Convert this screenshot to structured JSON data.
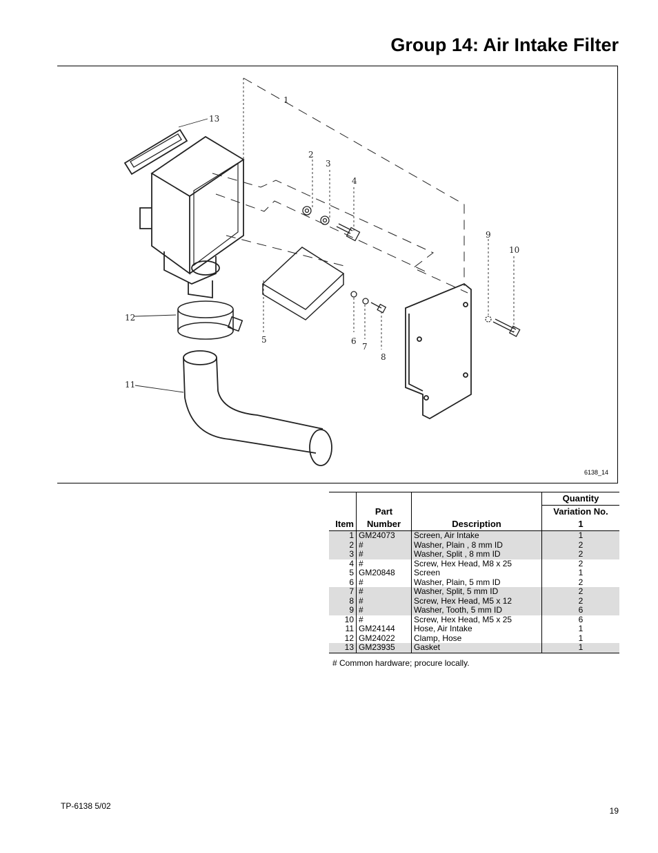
{
  "header": {
    "title": "Group 14:  Air Intake Filter"
  },
  "figure": {
    "id": "6138_14",
    "callouts": [
      "1",
      "2",
      "3",
      "4",
      "5",
      "6",
      "7",
      "8",
      "9",
      "10",
      "11",
      "12",
      "13"
    ]
  },
  "table": {
    "headers": {
      "item": "Item",
      "part_line1": "Part",
      "part_line2": "Number",
      "description": "Description",
      "qty_line1": "Quantity",
      "qty_line2": "Variation No.",
      "qty_line3": "1"
    },
    "rows": [
      {
        "item": "1",
        "part": "GM24073",
        "desc": "Screen, Air Intake",
        "qty": "1"
      },
      {
        "item": "2",
        "part": "#",
        "desc": "Washer, Plain , 8 mm ID",
        "qty": "2"
      },
      {
        "item": "3",
        "part": "#",
        "desc": "Washer, Split , 8 mm ID",
        "qty": "2"
      },
      {
        "item": "4",
        "part": "#",
        "desc": "Screw, Hex Head, M8 x 25",
        "qty": "2"
      },
      {
        "item": "5",
        "part": "GM20848",
        "desc": "Screen",
        "qty": "1"
      },
      {
        "item": "6",
        "part": "#",
        "desc": "Washer, Plain, 5 mm ID",
        "qty": "2"
      },
      {
        "item": "7",
        "part": "#",
        "desc": "Washer, Split, 5 mm ID",
        "qty": "2"
      },
      {
        "item": "8",
        "part": "#",
        "desc": "Screw, Hex Head, M5 x 12",
        "qty": "2"
      },
      {
        "item": "9",
        "part": "#",
        "desc": "Washer, Tooth, 5 mm ID",
        "qty": "6"
      },
      {
        "item": "10",
        "part": "#",
        "desc": "Screw, Hex Head, M5 x 25",
        "qty": "6"
      },
      {
        "item": "11",
        "part": "GM24144",
        "desc": "Hose, Air Intake",
        "qty": "1"
      },
      {
        "item": "12",
        "part": "GM24022",
        "desc": "Clamp, Hose",
        "qty": "1"
      },
      {
        "item": "13",
        "part": "GM23935",
        "desc": "Gasket",
        "qty": "1"
      }
    ]
  },
  "footnote": "#  Common hardware; procure locally.",
  "footer": {
    "doc_code": "TP-6138   5/02",
    "page_number": "19"
  }
}
